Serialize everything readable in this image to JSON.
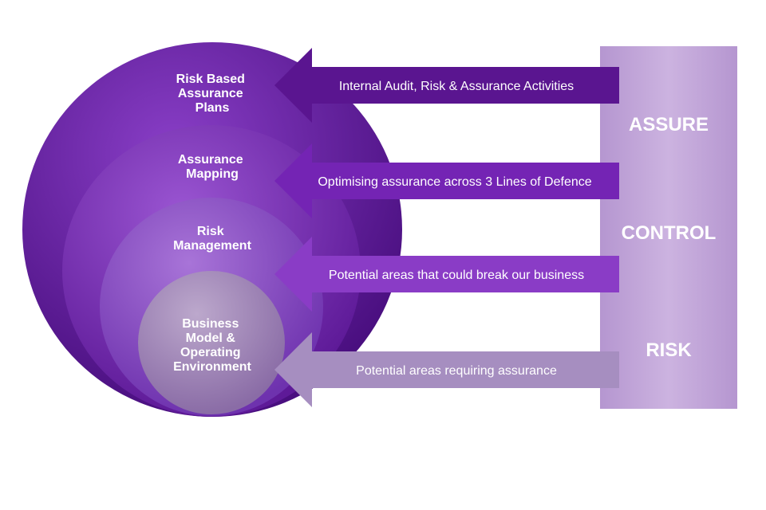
{
  "colors": {
    "outer": "#6a1fa6",
    "ring2": "#7a2cb7",
    "ring3": "#8a4ac4",
    "inner": "#a088b8",
    "bar": "#c4a8da"
  },
  "circles": [
    {
      "lines": [
        "Risk Based",
        "Assurance",
        "Plans"
      ]
    },
    {
      "lines": [
        "Assurance",
        "Mapping"
      ]
    },
    {
      "lines": [
        "Risk",
        "Management"
      ]
    },
    {
      "lines": [
        "Business",
        "Model &",
        "Operating",
        "Environment"
      ]
    }
  ],
  "arrows": [
    {
      "label": "Internal Audit, Risk & Assurance Activities",
      "color": "#5a1590"
    },
    {
      "label": "Optimising assurance across 3 Lines of Defence",
      "color": "#7424b4"
    },
    {
      "label": "Potential areas that could break our business",
      "color": "#8a3cc6"
    },
    {
      "label": "Potential areas requiring assurance",
      "color": "#a68ec0"
    }
  ],
  "side_bar": {
    "labels": [
      "ASSURE",
      "CONTROL",
      "RISK"
    ]
  }
}
